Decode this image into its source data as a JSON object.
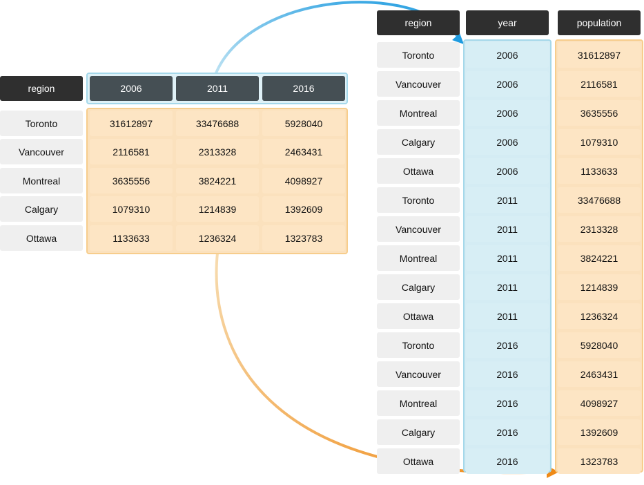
{
  "wide": {
    "region_header": "region",
    "years": [
      "2006",
      "2011",
      "2016"
    ],
    "rows": [
      {
        "region": "Toronto",
        "values": [
          "31612897",
          "33476688",
          "5928040"
        ]
      },
      {
        "region": "Vancouver",
        "values": [
          "2116581",
          "2313328",
          "2463431"
        ]
      },
      {
        "region": "Montreal",
        "values": [
          "3635556",
          "3824221",
          "4098927"
        ]
      },
      {
        "region": "Calgary",
        "values": [
          "1079310",
          "1214839",
          "1392609"
        ]
      },
      {
        "region": "Ottawa",
        "values": [
          "1133633",
          "1236324",
          "1323783"
        ]
      }
    ]
  },
  "long": {
    "headers": {
      "region": "region",
      "year": "year",
      "population": "population"
    },
    "rows": [
      {
        "region": "Toronto",
        "year": "2006",
        "population": "31612897"
      },
      {
        "region": "Vancouver",
        "year": "2006",
        "population": "2116581"
      },
      {
        "region": "Montreal",
        "year": "2006",
        "population": "3635556"
      },
      {
        "region": "Calgary",
        "year": "2006",
        "population": "1079310"
      },
      {
        "region": "Ottawa",
        "year": "2006",
        "population": "1133633"
      },
      {
        "region": "Toronto",
        "year": "2011",
        "population": "33476688"
      },
      {
        "region": "Vancouver",
        "year": "2011",
        "population": "2313328"
      },
      {
        "region": "Montreal",
        "year": "2011",
        "population": "3824221"
      },
      {
        "region": "Calgary",
        "year": "2011",
        "population": "1214839"
      },
      {
        "region": "Ottawa",
        "year": "2011",
        "population": "1236324"
      },
      {
        "region": "Toronto",
        "year": "2016",
        "population": "5928040"
      },
      {
        "region": "Vancouver",
        "year": "2016",
        "population": "2463431"
      },
      {
        "region": "Montreal",
        "year": "2016",
        "population": "4098927"
      },
      {
        "region": "Calgary",
        "year": "2016",
        "population": "1392609"
      },
      {
        "region": "Ottawa",
        "year": "2016",
        "population": "1323783"
      }
    ]
  },
  "colors": {
    "year_arrow": "#29a3e0",
    "population_arrow": "#f0901e",
    "header_dark": "#2f2f2f",
    "header_slate": "#454f54",
    "value_fill": "#fde5c4",
    "year_fill": "#d7eef5"
  }
}
